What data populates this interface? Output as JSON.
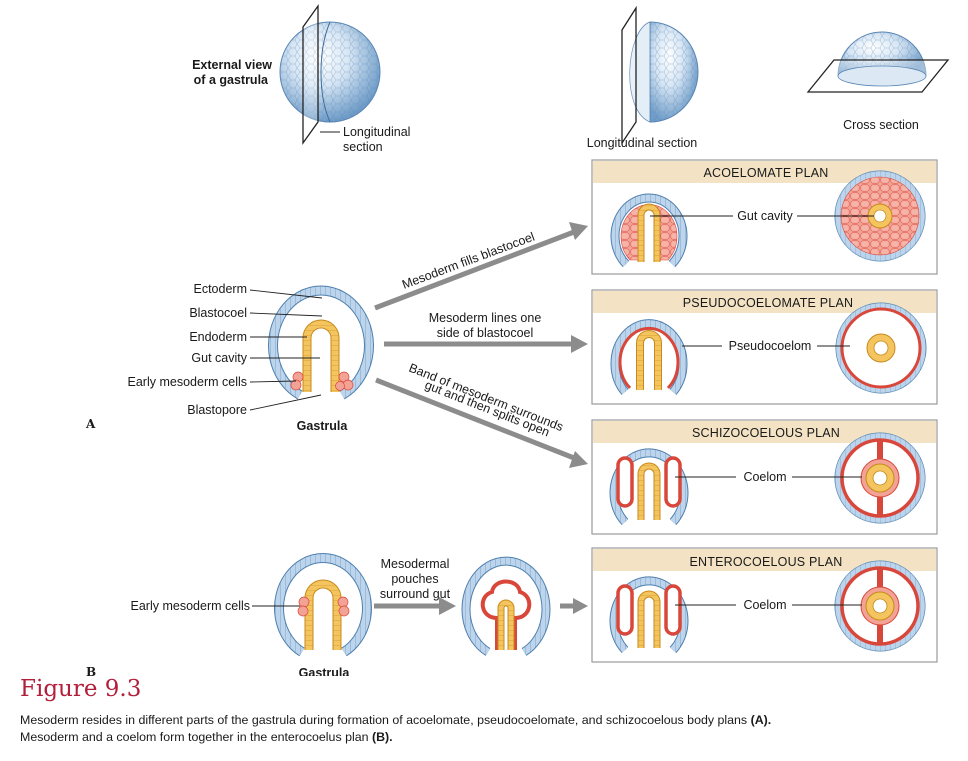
{
  "external_view": {
    "title_line1": "External view",
    "title_line2": "of a gastrula",
    "longitudinal_line1": "Longitudinal",
    "longitudinal_line2": "section",
    "longitudinal_section": "Longitudinal section",
    "cross_section": "Cross section"
  },
  "gastrula_a": {
    "labels": {
      "ectoderm": "Ectoderm",
      "blastocoel": "Blastocoel",
      "endoderm": "Endoderm",
      "gut_cavity": "Gut cavity",
      "early_mesoderm": "Early mesoderm cells",
      "blastopore": "Blastopore"
    },
    "caption": "Gastrula",
    "panel_letter": "A"
  },
  "arrows_a": {
    "fills": "Mesoderm fills blastocoel",
    "lines_line1": "Mesoderm lines one",
    "lines_line2": "side of blastocoel",
    "band_line1": "Band of mesoderm surrounds",
    "band_line2": "gut and then splits open"
  },
  "plans": {
    "acoelomate": {
      "title": "ACOELOMATE PLAN",
      "label": "Gut cavity"
    },
    "pseudocoelomate": {
      "title": "PSEUDOCOELOMATE PLAN",
      "label": "Pseudocoelom"
    },
    "schizocoelous": {
      "title": "SCHIZOCOELOUS PLAN",
      "label": "Coelom"
    },
    "enterocoelous": {
      "title": "ENTEROCOELOUS PLAN",
      "label": "Coelom"
    }
  },
  "row_b": {
    "early_mesoderm": "Early mesoderm cells",
    "pouches_line1": "Mesodermal",
    "pouches_line2": "pouches",
    "pouches_line3": "surround gut",
    "caption": "Gastrula",
    "panel_letter": "B"
  },
  "figure": {
    "title": "Figure 9.3",
    "caption_line1_text": "Mesoderm resides in different parts of the gastrula during formation of acoelomate, pseudocoelomate, and schizocoelous body plans ",
    "caption_line1_bold": "(A).",
    "caption_line2_text": "Mesoderm and a coelom form together in the enterocoelus plan ",
    "caption_line2_bold": "(B)."
  },
  "colors": {
    "ectoderm": "#bcd5ec",
    "ectoderm_stroke": "#4f7fae",
    "endoderm": "#f4c45e",
    "endoderm_stroke": "#c88a1c",
    "mesoderm": "#f3a296",
    "mesoderm_stroke": "#d9463a",
    "panel_header": "#f3e3c4",
    "arrow": "#8c8c8c",
    "title": "#b21f3a"
  }
}
